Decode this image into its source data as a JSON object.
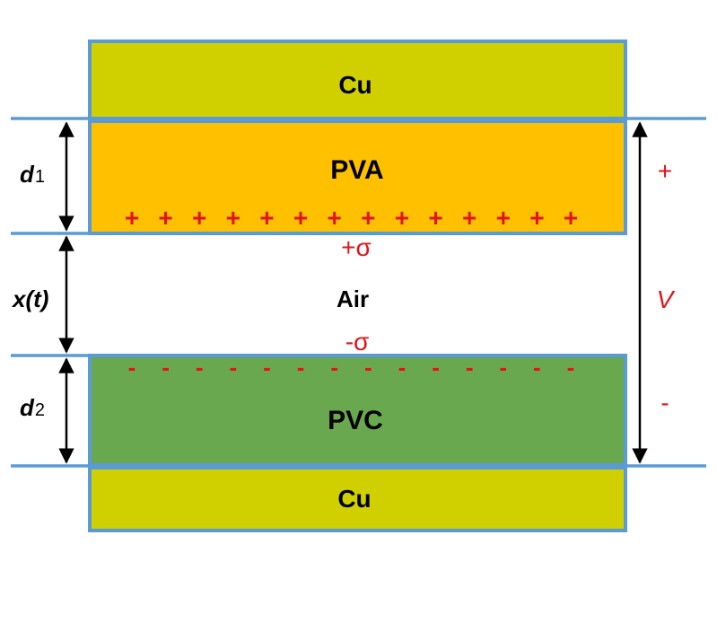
{
  "layers": {
    "top_electrode": {
      "label": "Cu",
      "color": "#d0cf00"
    },
    "pva": {
      "label": "PVA",
      "color": "#ffc000"
    },
    "air": {
      "label": "Air"
    },
    "pvc": {
      "label": "PVC",
      "color": "#6aa84f"
    },
    "bottom_electrode": {
      "label": "Cu",
      "color": "#d0cf00"
    }
  },
  "charges": {
    "positive_symbol": "+",
    "positive_count": 14,
    "negative_symbol": "-",
    "negative_count": 14,
    "positive_density": "+σ",
    "negative_density": "-σ",
    "color": "#e0151b"
  },
  "dimensions": {
    "d1": {
      "base": "d",
      "sub": "1"
    },
    "gap": "x(t)",
    "d2": {
      "base": "d",
      "sub": "2"
    }
  },
  "voltage": {
    "label": "V",
    "plus": "+",
    "minus": "-"
  },
  "colors": {
    "border": "#5b9bd5",
    "arrow": "#000000"
  }
}
